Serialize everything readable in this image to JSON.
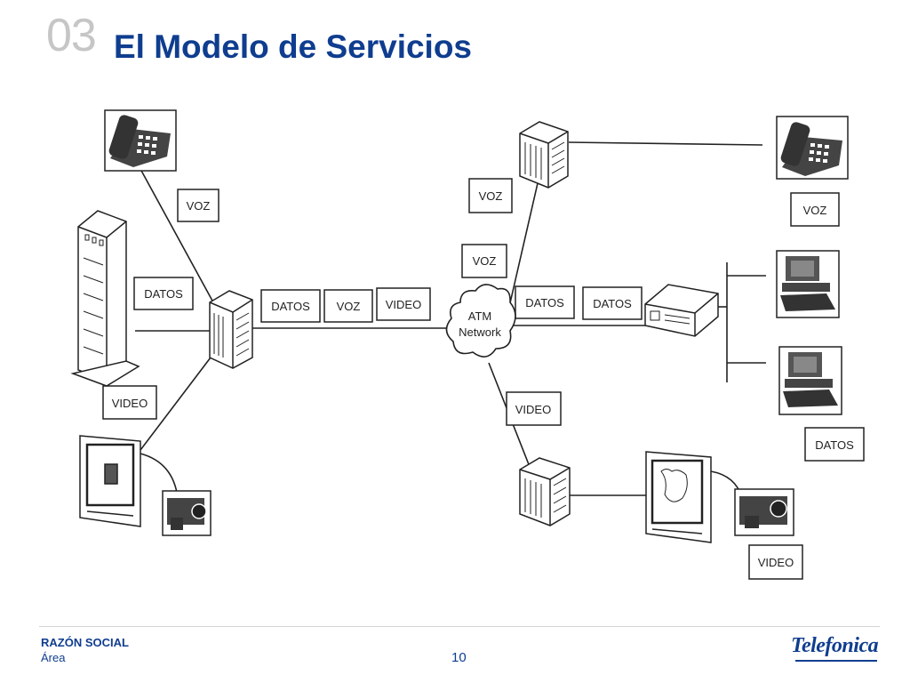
{
  "header": {
    "section_number": "03",
    "title": "El Modelo de Servicios"
  },
  "diagram": {
    "labels": {
      "voz_left": "VOZ",
      "datos_left": "DATOS",
      "video_left": "VIDEO",
      "trunk_datos": "DATOS",
      "trunk_voz": "VOZ",
      "trunk_video": "VIDEO",
      "voz_upper": "VOZ",
      "voz_mid": "VOZ",
      "datos_right1": "DATOS",
      "datos_right2": "DATOS",
      "video_lower": "VIDEO",
      "voz_right": "VOZ",
      "datos_right": "DATOS",
      "video_right": "VIDEO"
    },
    "network": {
      "line1": "ATM",
      "line2": "Network"
    }
  },
  "footer": {
    "company": "RAZÓN SOCIAL",
    "area": "Área",
    "page": "10",
    "logo": "Telefonica"
  },
  "colors": {
    "title": "#0f3d8f",
    "section_number": "#c6c6c6",
    "diagram_ink": "#222222"
  }
}
